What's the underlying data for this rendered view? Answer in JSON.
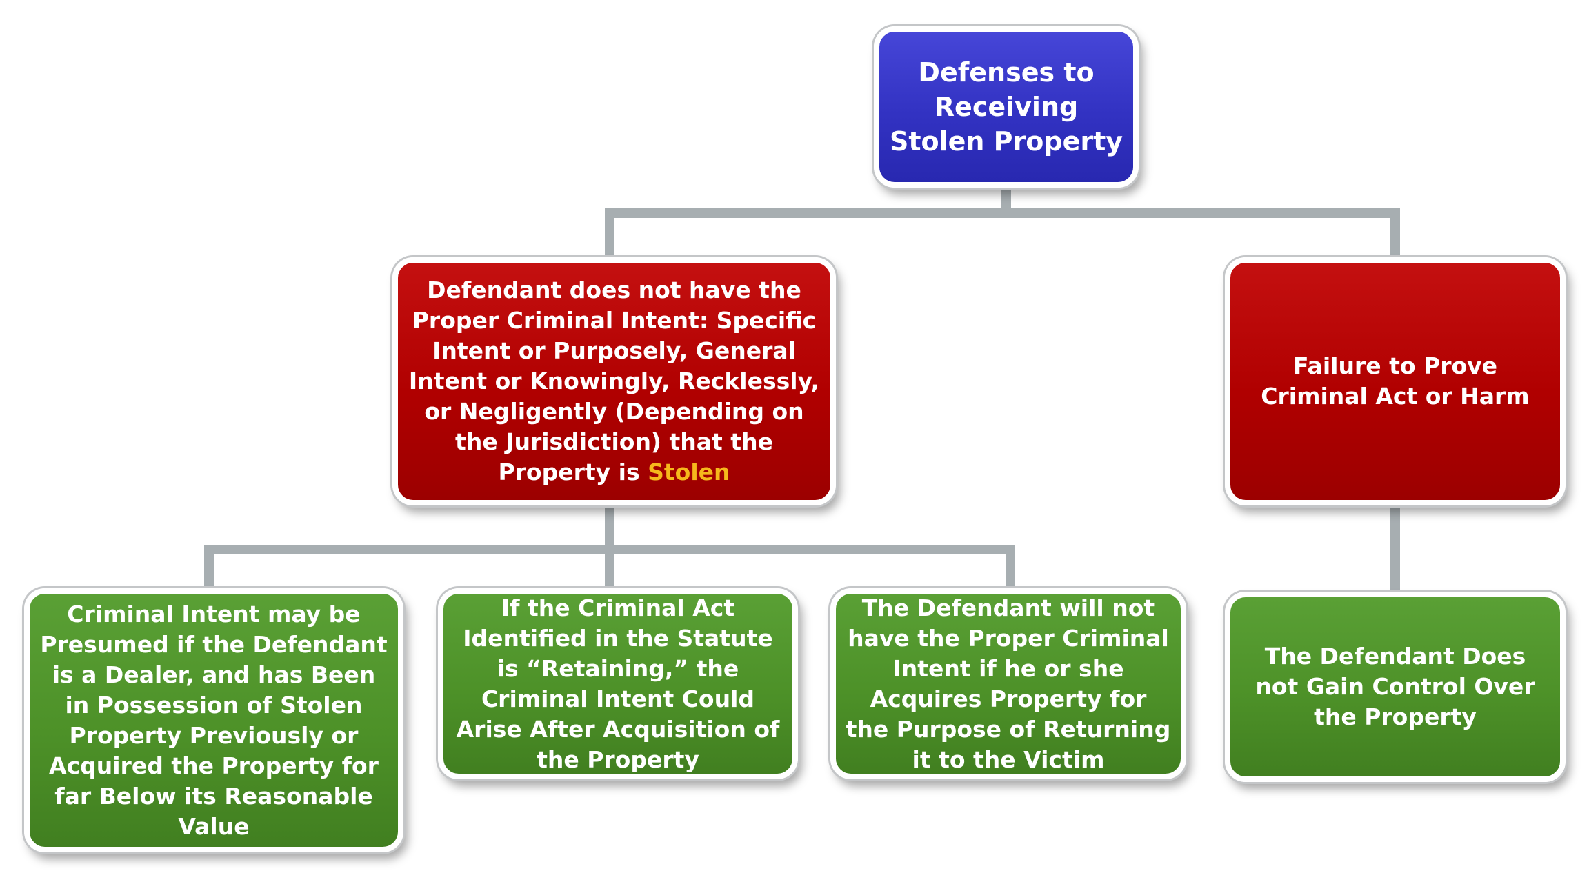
{
  "diagram": {
    "root": {
      "label": "Defenses to Receiving Stolen Property"
    },
    "intent": {
      "label": "Defendant does not have the Proper Criminal Intent: Specific Intent or Purposely, General Intent or Knowingly, Recklessly, or Negligently (Depending on the Jurisdiction) that the Property is ",
      "highlight": "Stolen"
    },
    "act": {
      "label": "Failure to Prove Criminal Act or Harm"
    },
    "intent_children": [
      {
        "label": "Criminal Intent may be Presumed if the Defendant is a Dealer, and has Been in Possession of Stolen Property Previously or Acquired the Property for far Below its Reasonable Value"
      },
      {
        "label": "If the Criminal Act Identified in the  Statute is “Retaining,” the Criminal Intent Could Arise After Acquisition of the Property"
      },
      {
        "label": "The Defendant will not have the Proper Criminal Intent if he or she Acquires Property for the Purpose of Returning it to the Victim"
      }
    ],
    "act_children": [
      {
        "label": "The Defendant Does not Gain Control Over the Property"
      }
    ]
  },
  "colors": {
    "root": "#3232c2",
    "level_two": "#b00000",
    "leaf": "#4d9128",
    "highlight": "#f6b81c",
    "connector": "#a7aeb1"
  }
}
